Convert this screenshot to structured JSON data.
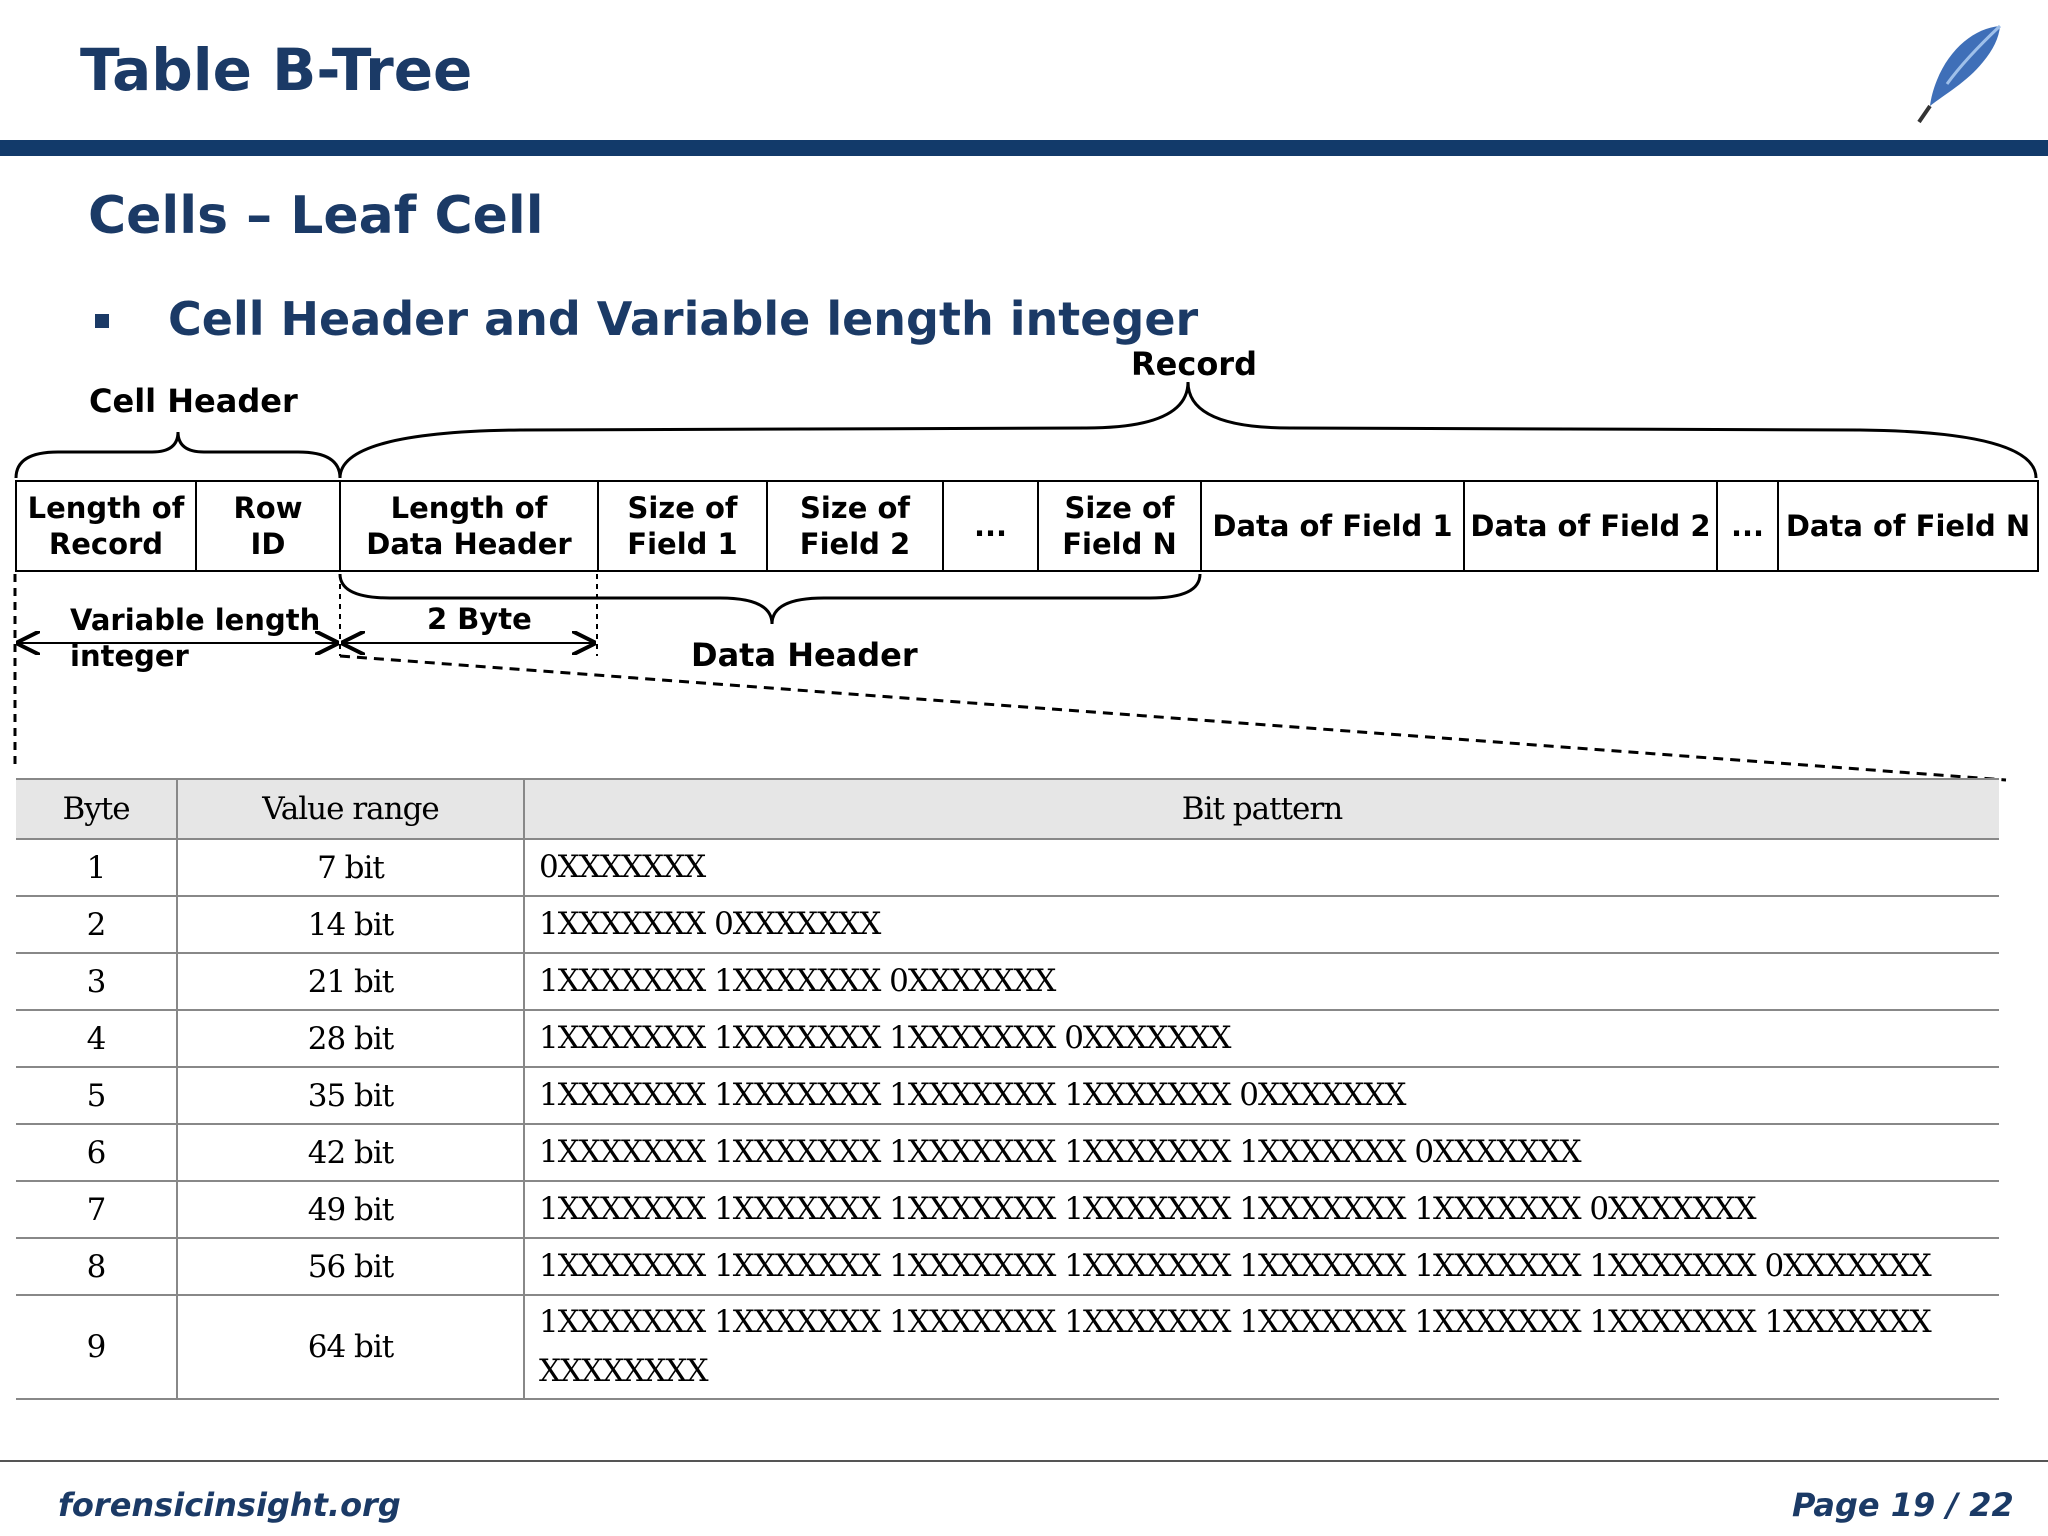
{
  "header": {
    "title": "Table B-Tree"
  },
  "section": {
    "heading": "Cells – Leaf Cell"
  },
  "bullet": {
    "text": "Cell Header and Variable length integer"
  },
  "diagram": {
    "labels": {
      "cell_header": "Cell Header",
      "record": "Record",
      "data_header": "Data Header",
      "two_byte": "2 Byte",
      "varint": "Variable length\ninteger"
    },
    "cells": [
      "Length of\nRecord",
      "Row\nID",
      "Length of\nData Header",
      "Size of\nField 1",
      "Size of\nField 2",
      "...",
      "Size of\nField N",
      "Data of Field 1",
      "Data of Field 2",
      "...",
      "Data of Field N"
    ]
  },
  "table": {
    "headers": [
      "Byte",
      "Value range",
      "Bit pattern"
    ],
    "rows": [
      [
        "1",
        "7 bit",
        "0XXXXXXX"
      ],
      [
        "2",
        "14 bit",
        "1XXXXXXX 0XXXXXXX"
      ],
      [
        "3",
        "21 bit",
        "1XXXXXXX 1XXXXXXX 0XXXXXXX"
      ],
      [
        "4",
        "28 bit",
        "1XXXXXXX 1XXXXXXX 1XXXXXXX 0XXXXXXX"
      ],
      [
        "5",
        "35 bit",
        "1XXXXXXX 1XXXXXXX 1XXXXXXX 1XXXXXXX 0XXXXXXX"
      ],
      [
        "6",
        "42 bit",
        "1XXXXXXX 1XXXXXXX 1XXXXXXX 1XXXXXXX 1XXXXXXX 0XXXXXXX"
      ],
      [
        "7",
        "49 bit",
        "1XXXXXXX 1XXXXXXX 1XXXXXXX 1XXXXXXX 1XXXXXXX 1XXXXXXX 0XXXXXXX"
      ],
      [
        "8",
        "56 bit",
        "1XXXXXXX 1XXXXXXX 1XXXXXXX 1XXXXXXX 1XXXXXXX 1XXXXXXX 1XXXXXXX 0XXXXXXX"
      ],
      [
        "9",
        "64 bit",
        "1XXXXXXX 1XXXXXXX 1XXXXXXX 1XXXXXXX 1XXXXXXX 1XXXXXXX 1XXXXXXX 1XXXXXXX\nXXXXXXXX"
      ]
    ]
  },
  "footer": {
    "site": "forensicinsight.org",
    "page": "Page 19 / 22"
  }
}
